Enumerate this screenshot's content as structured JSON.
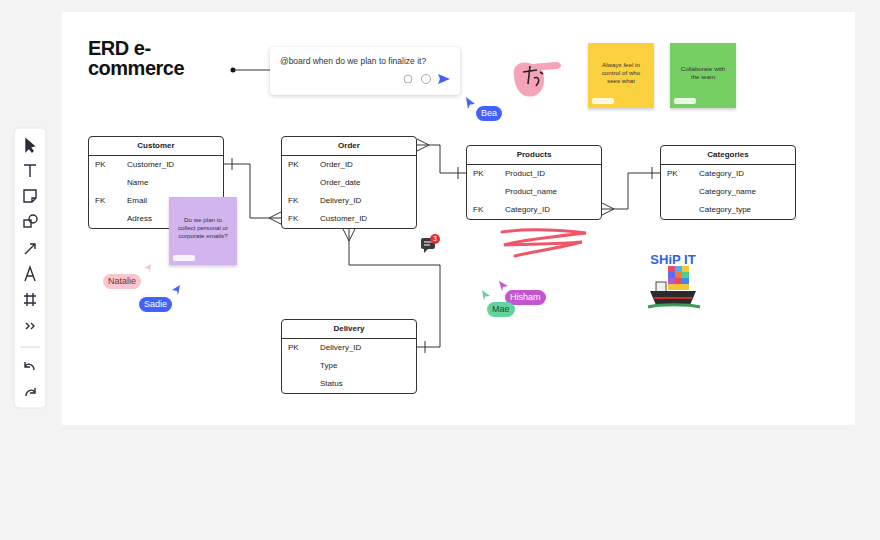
{
  "diagram": {
    "title": "ERD e-commerce",
    "nodes": [
      {
        "text": [
          "@board when do we plan to finalize it?"
        ]
      },
      {
        "text": [
          "Bea"
        ]
      },
      {
        "text": [
          "Always feel in control of who sees what"
        ]
      },
      {
        "text": [
          "Collaborate with the team"
        ]
      },
      {
        "text": [
          "Customer",
          "PK",
          "Customer_ID",
          "Name",
          "FK",
          "Email",
          "Adress"
        ]
      },
      {
        "text": [
          "Order",
          "PK",
          "Order_ID",
          "Order_date",
          "FK",
          "Delivery_ID",
          "FK",
          "Customer_ID"
        ]
      },
      {
        "text": [
          "Products",
          "PK",
          "Product_ID",
          "Product_name",
          "FK",
          "Category_ID"
        ]
      },
      {
        "text": [
          "Categories",
          "PK",
          "Category_ID",
          "Category_name",
          "Category_type"
        ]
      },
      {
        "text": [
          "Do we plan to collect personal or corporate emails?"
        ]
      },
      {
        "text": [
          "Natalie"
        ]
      },
      {
        "text": [
          "Sadie"
        ]
      },
      {
        "text": [
          "Hisham"
        ]
      },
      {
        "text": [
          "Mae"
        ]
      },
      {
        "text": [
          "Delivery",
          "PK",
          "Delivery_ID",
          "Type",
          "Status"
        ]
      }
    ],
    "edges": [
      {
        "from": 4,
        "to": 5,
        "arrow": "both"
      },
      {
        "from": 5,
        "to": 6,
        "arrow": "both"
      },
      {
        "from": 6,
        "to": 7,
        "arrow": "both"
      },
      {
        "from": 5,
        "to": 13,
        "arrow": "both"
      }
    ],
    "labels": [
      "3",
      "SHiP IT"
    ]
  }
}
